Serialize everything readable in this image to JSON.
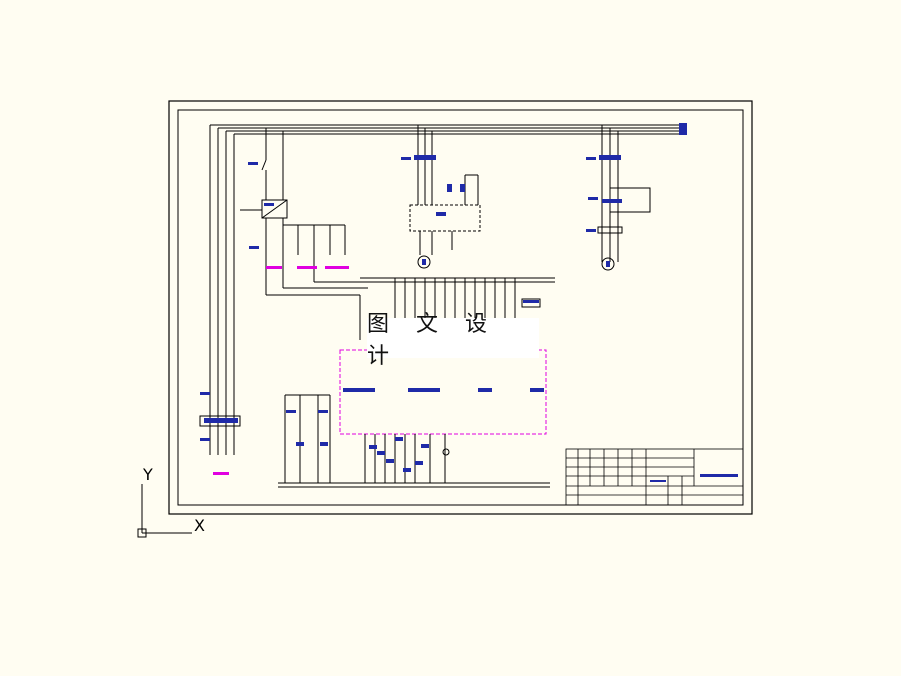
{
  "watermark": "图 文 设 计",
  "ucs": {
    "y_label": "Y",
    "x_label": "X"
  },
  "colors": {
    "background": "#fffdf2",
    "wire": "#000000",
    "component_fill": "#1f2aa8",
    "plc_frame": "#e000e0",
    "annotation": "#e000e0"
  }
}
